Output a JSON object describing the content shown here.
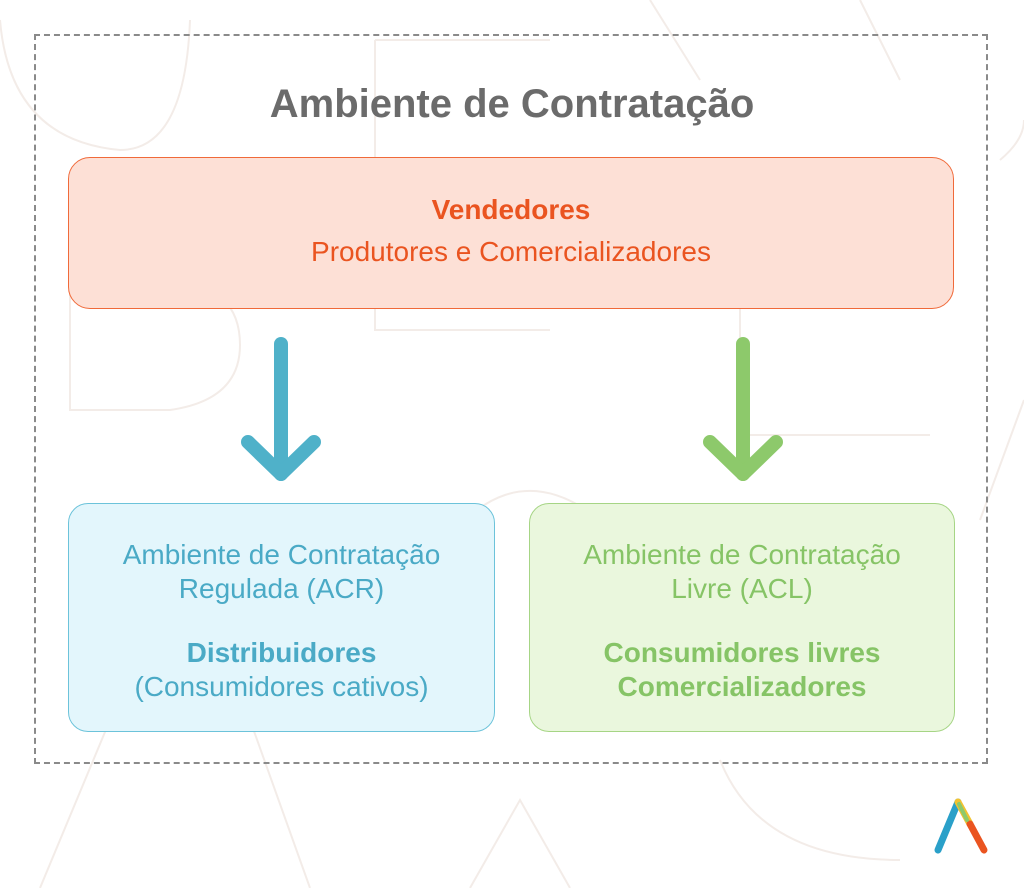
{
  "title": "Ambiente de Contratação",
  "sellers": {
    "heading": "Vendedores",
    "subtitle": "Produtores e Comercializadores"
  },
  "acr": {
    "line1": "Ambiente de Contratação",
    "line2": "Regulada (ACR)",
    "bold": "Distribuidores",
    "note": "(Consumidores cativos)"
  },
  "acl": {
    "line1": "Ambiente de Contratação",
    "line2": "Livre (ACL)",
    "bold1": "Consumidores livres",
    "bold2": "Comercializadores"
  },
  "colors": {
    "sellers_text": "#ea5420",
    "sellers_fill": "#fde0d6",
    "acr_arrow": "#4fb1c9",
    "acl_arrow": "#8dc96b",
    "title_text": "#6b6b6b"
  },
  "icons": {
    "acr_arrow": "arrow-down-icon",
    "acl_arrow": "arrow-down-icon",
    "logo": "brand-logo-icon"
  }
}
